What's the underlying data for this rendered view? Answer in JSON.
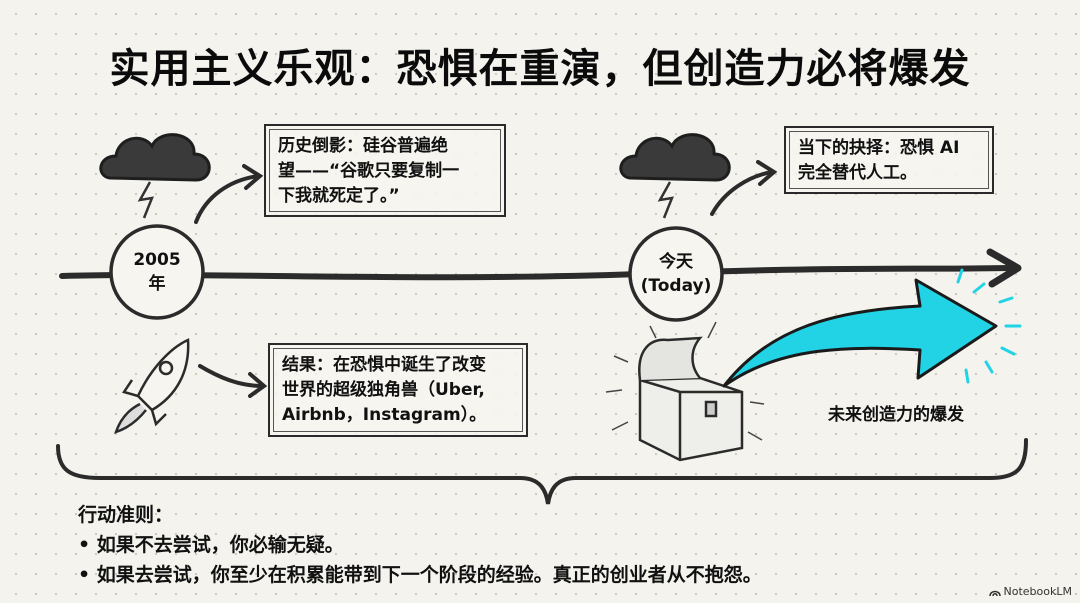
{
  "title": "实用主义乐观：恐惧在重演，但创造力必将爆发",
  "timeline": {
    "nodes": [
      {
        "line1": "2005",
        "line2": "年"
      },
      {
        "line1": "今天",
        "line2": "(Today)"
      }
    ]
  },
  "boxes": {
    "history": {
      "lines": [
        "历史倒影：硅谷普遍绝",
        "望——“谷歌只要复制一",
        "下我就死定了。”"
      ]
    },
    "present": {
      "lines": [
        "当下的抉择：恐惧 AI",
        "完全替代人工。"
      ]
    },
    "result": {
      "lines": [
        "结果：在恐惧中诞生了改变",
        "世界的超级独角兽（Uber,",
        "Airbnb，Instagram）。"
      ]
    }
  },
  "future_label": "未来创造力的爆发",
  "icons": {
    "storm_cloud_1": "storm-cloud-icon",
    "storm_cloud_2": "storm-cloud-icon",
    "rocket": "rocket-icon",
    "treasure_chest": "treasure-chest-icon",
    "future_arrow": "cyan-arrow-icon"
  },
  "colors": {
    "accent": "#22d3e6",
    "ink": "#222222",
    "paper": "#f4f3ee"
  },
  "rules": {
    "heading": "行动准则：",
    "items": [
      "• 如果不去尝试，你必输无疑。",
      "• 如果去尝试，你至少在积累能带到下一个阶段的经验。真正的创业者从不抱怨。"
    ]
  },
  "brand": "NotebookLM"
}
